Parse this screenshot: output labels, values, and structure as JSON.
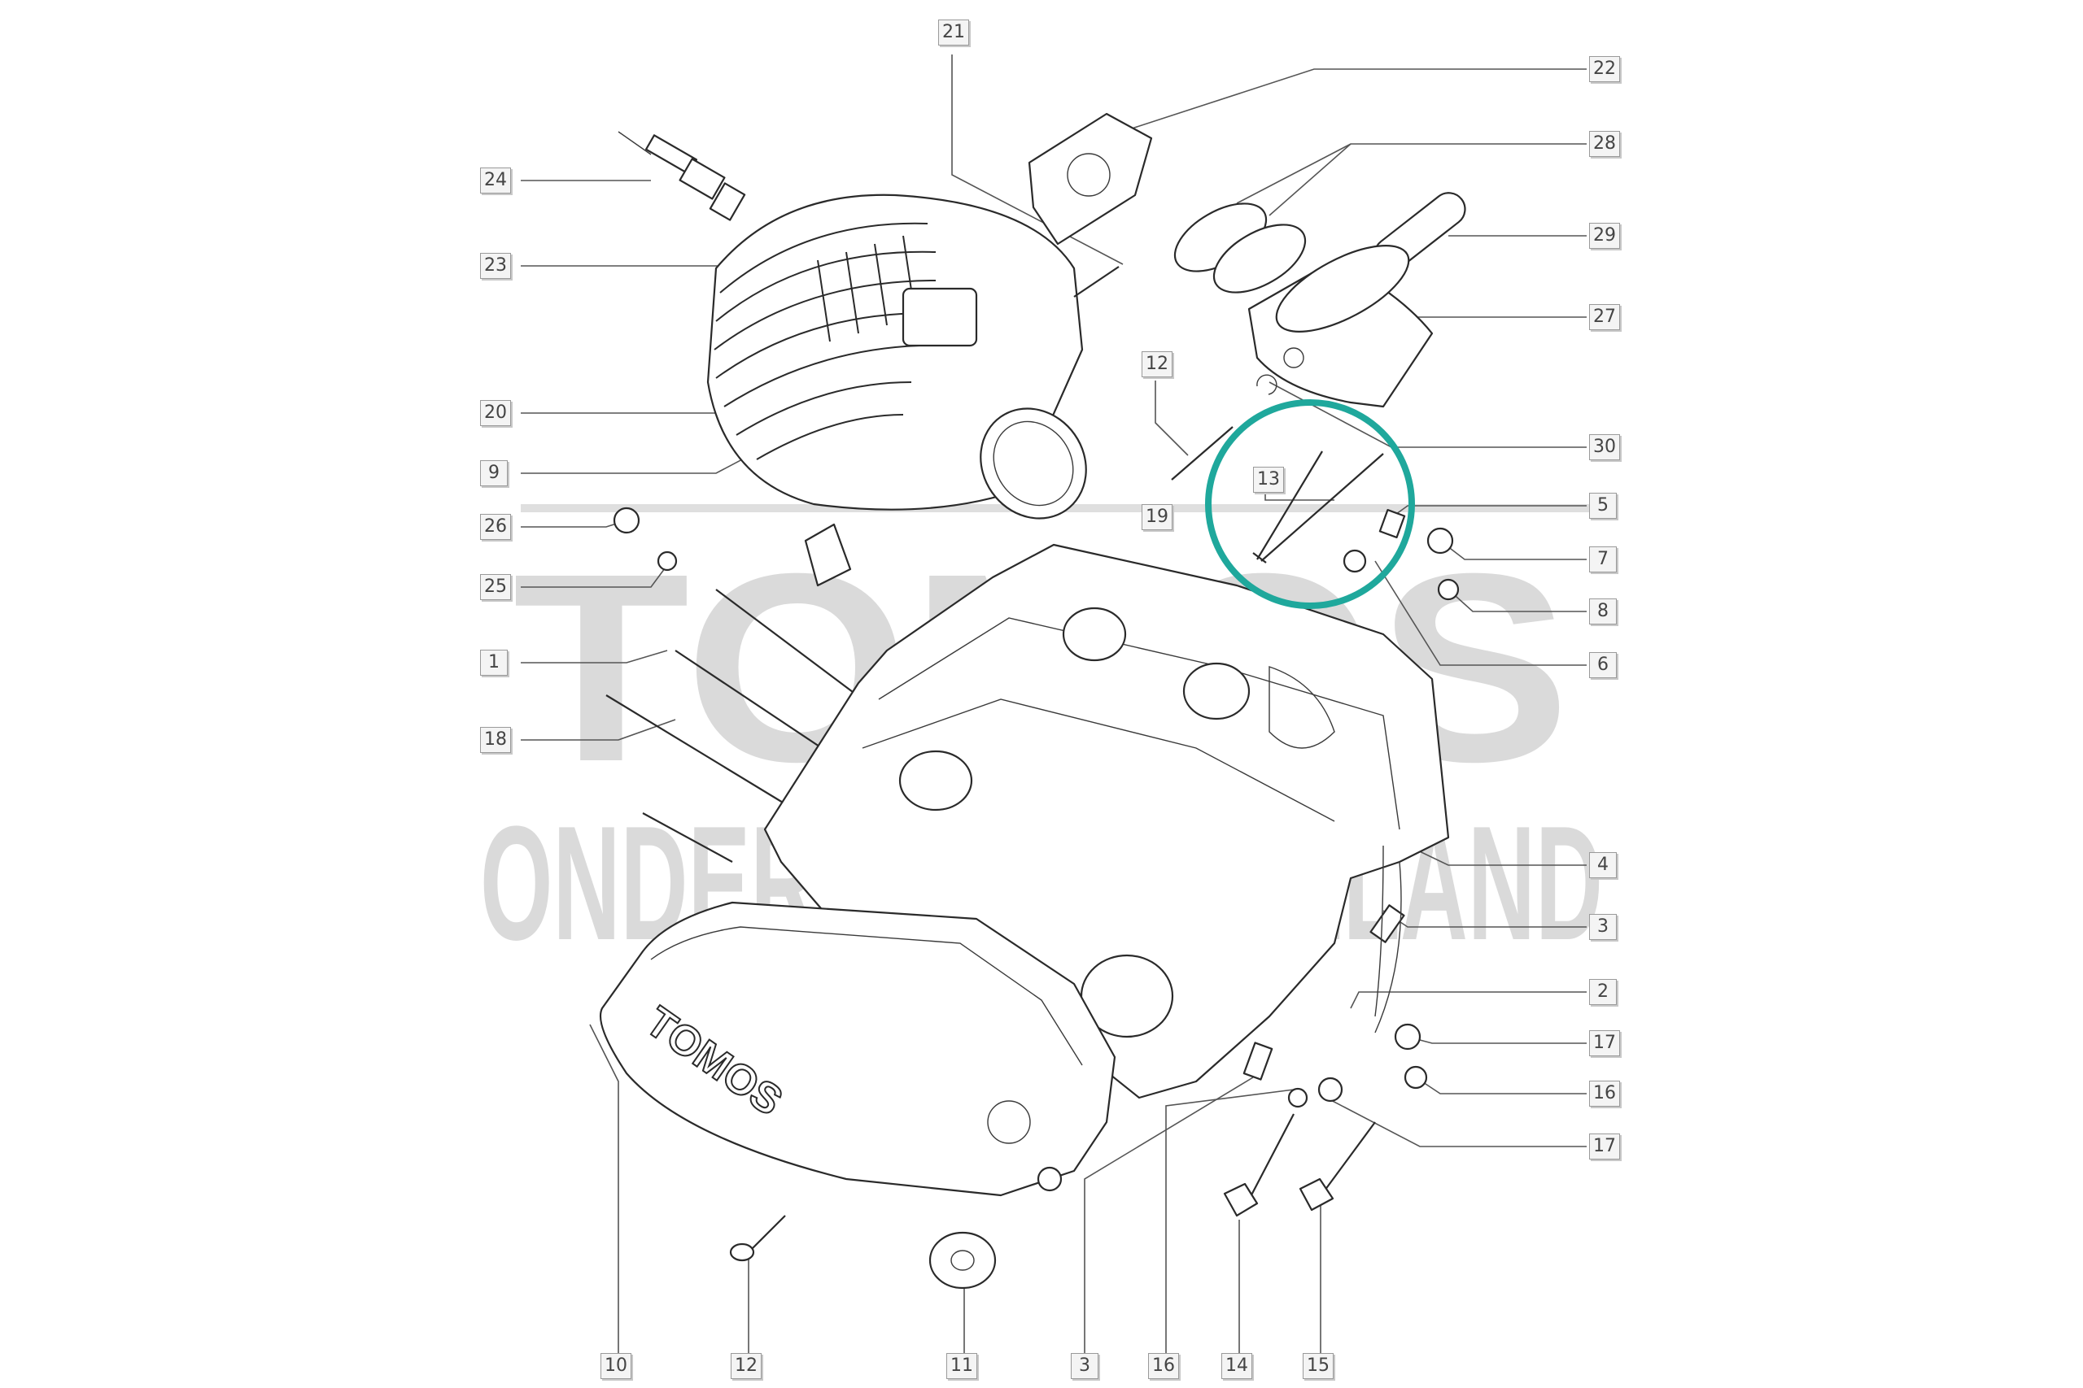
{
  "watermark": {
    "line1": "TOMOS",
    "line2": "ONDERDELEN ZEELAND"
  },
  "cover_logo": "TOMOS",
  "highlight_color": "#1fa89c",
  "labels": {
    "l1": "1",
    "l2": "2",
    "l3a": "3",
    "l3b": "3",
    "l4": "4",
    "l5": "5",
    "l6": "6",
    "l7": "7",
    "l8": "8",
    "l9": "9",
    "l10": "10",
    "l11": "11",
    "l12a": "12",
    "l12b": "12",
    "l13": "13",
    "l14": "14",
    "l15": "15",
    "l16a": "16",
    "l16b": "16",
    "l17a": "17",
    "l17b": "17",
    "l18": "18",
    "l19": "19",
    "l20": "20",
    "l21": "21",
    "l22": "22",
    "l23": "23",
    "l24": "24",
    "l25": "25",
    "l26": "26",
    "l27": "27",
    "l28": "28",
    "l29": "29",
    "l30": "30"
  }
}
